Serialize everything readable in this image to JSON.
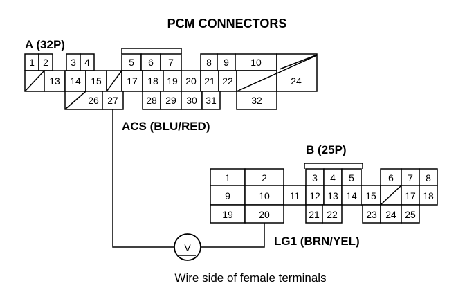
{
  "title": "PCM CONNECTORS",
  "connector_a": {
    "label": "A (32P)",
    "wire_label": "ACS (BLU/RED)",
    "row1": [
      "1",
      "2",
      "3",
      "4",
      "5",
      "6",
      "7",
      "8",
      "9",
      "10"
    ],
    "row2": [
      "13",
      "14",
      "15",
      "17",
      "18",
      "19",
      "20",
      "21",
      "22",
      "24"
    ],
    "row3": [
      "26",
      "27",
      "28",
      "29",
      "30",
      "31",
      "32"
    ]
  },
  "connector_b": {
    "label": "B (25P)",
    "wire_label": "LG1 (BRN/YEL)",
    "row1": [
      "1",
      "2",
      "3",
      "4",
      "5",
      "6",
      "7",
      "8"
    ],
    "row2": [
      "9",
      "10",
      "11",
      "12",
      "13",
      "14",
      "15",
      "17",
      "18"
    ],
    "row3": [
      "19",
      "20",
      "21",
      "22",
      "23",
      "24",
      "25"
    ]
  },
  "meter_symbol": "V",
  "caption": "Wire side of female terminals"
}
